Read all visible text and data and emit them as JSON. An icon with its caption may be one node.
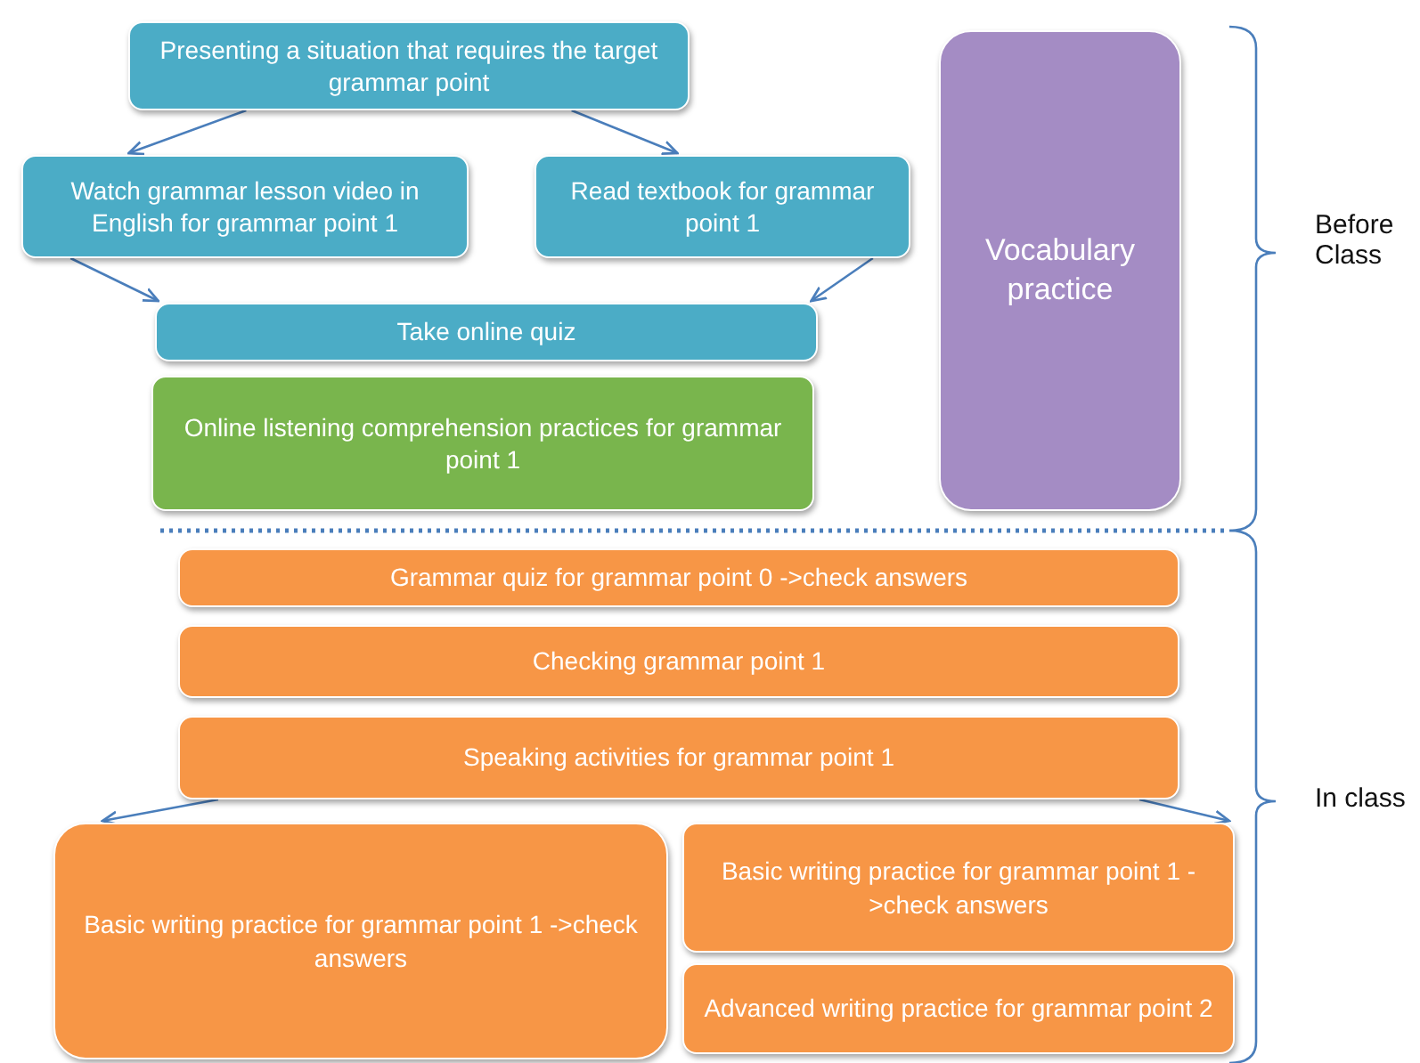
{
  "diagram": {
    "nodes": [
      {
        "text": [
          "Presenting a situation that requires the target grammar point"
        ]
      },
      {
        "text": [
          "Watch grammar lesson video in English for grammar point 1"
        ]
      },
      {
        "text": [
          "Read textbook for grammar point 1"
        ]
      },
      {
        "text": [
          "Take online quiz"
        ]
      },
      {
        "text": [
          "Online listening  comprehension practices for grammar point 1"
        ]
      },
      {
        "text": [
          "Vocabulary practice"
        ]
      },
      {
        "text": [
          "Grammar quiz for grammar point 0 ->check answers"
        ]
      },
      {
        "text": [
          "Checking grammar point 1"
        ]
      },
      {
        "text": [
          "Speaking activities for grammar point 1"
        ]
      },
      {
        "text": [
          "Basic writing practice for grammar point 1 ->check answers"
        ]
      },
      {
        "text": [
          "Basic writing practice for grammar point 1 ->check answers"
        ]
      },
      {
        "text": [
          "Advanced writing practice for grammar point 2"
        ]
      }
    ],
    "edges": [
      {
        "from": 0,
        "to": 1,
        "arrow": "to"
      },
      {
        "from": 0,
        "to": 2,
        "arrow": "to"
      },
      {
        "from": 1,
        "to": 3,
        "arrow": "to"
      },
      {
        "from": 2,
        "to": 3,
        "arrow": "to"
      },
      {
        "from": 8,
        "to": 9,
        "arrow": "to"
      },
      {
        "from": 8,
        "to": 10,
        "arrow": "to"
      }
    ],
    "labels": [
      "Before Class",
      "In class"
    ]
  }
}
